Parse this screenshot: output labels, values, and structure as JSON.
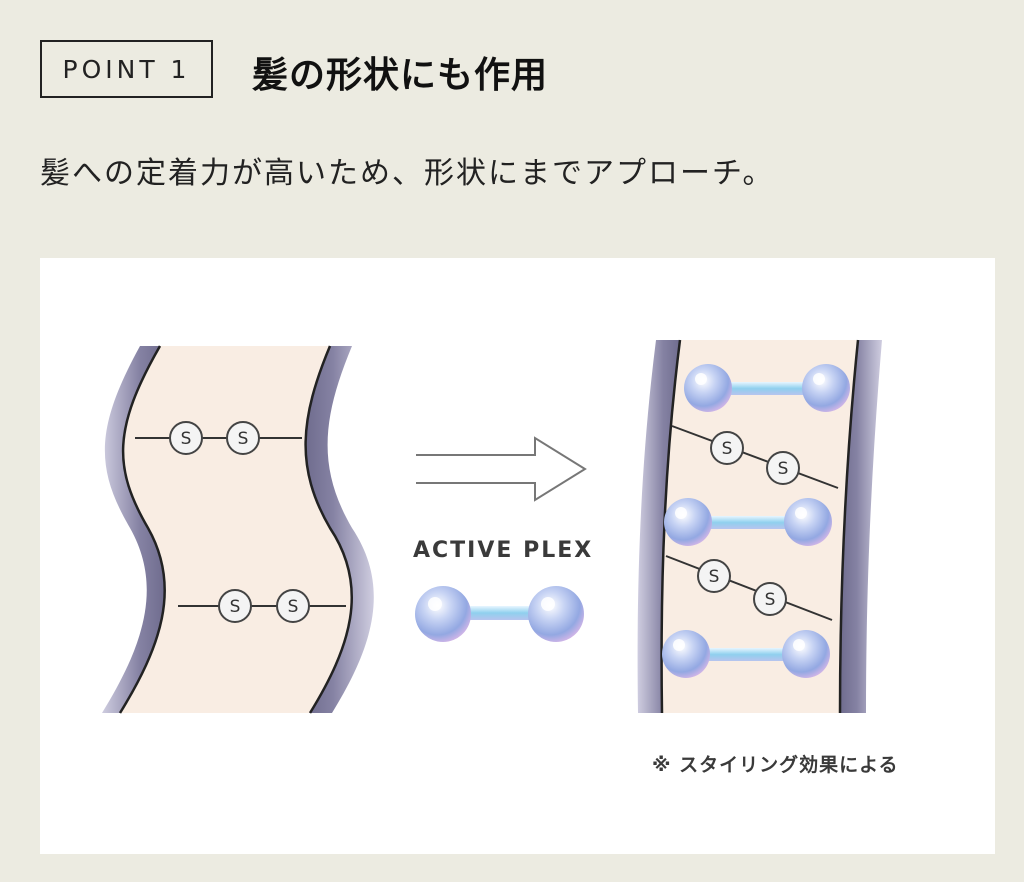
{
  "header": {
    "badge": "POINT 1",
    "title": "髪の形状にも作用"
  },
  "lead": "髪への定着力が高いため、形状にまでアプローチ。",
  "diagram": {
    "plex_label": "ACTIVE PLEX",
    "bond_letter": "S",
    "note": "※ スタイリング効果による"
  },
  "colors": {
    "page_bg": "#ecebe1",
    "panel_bg": "#ffffff",
    "hair_fill": "#f8ece2",
    "hair_edge": "#8a87a6",
    "molecule": "#9eb8e8"
  }
}
